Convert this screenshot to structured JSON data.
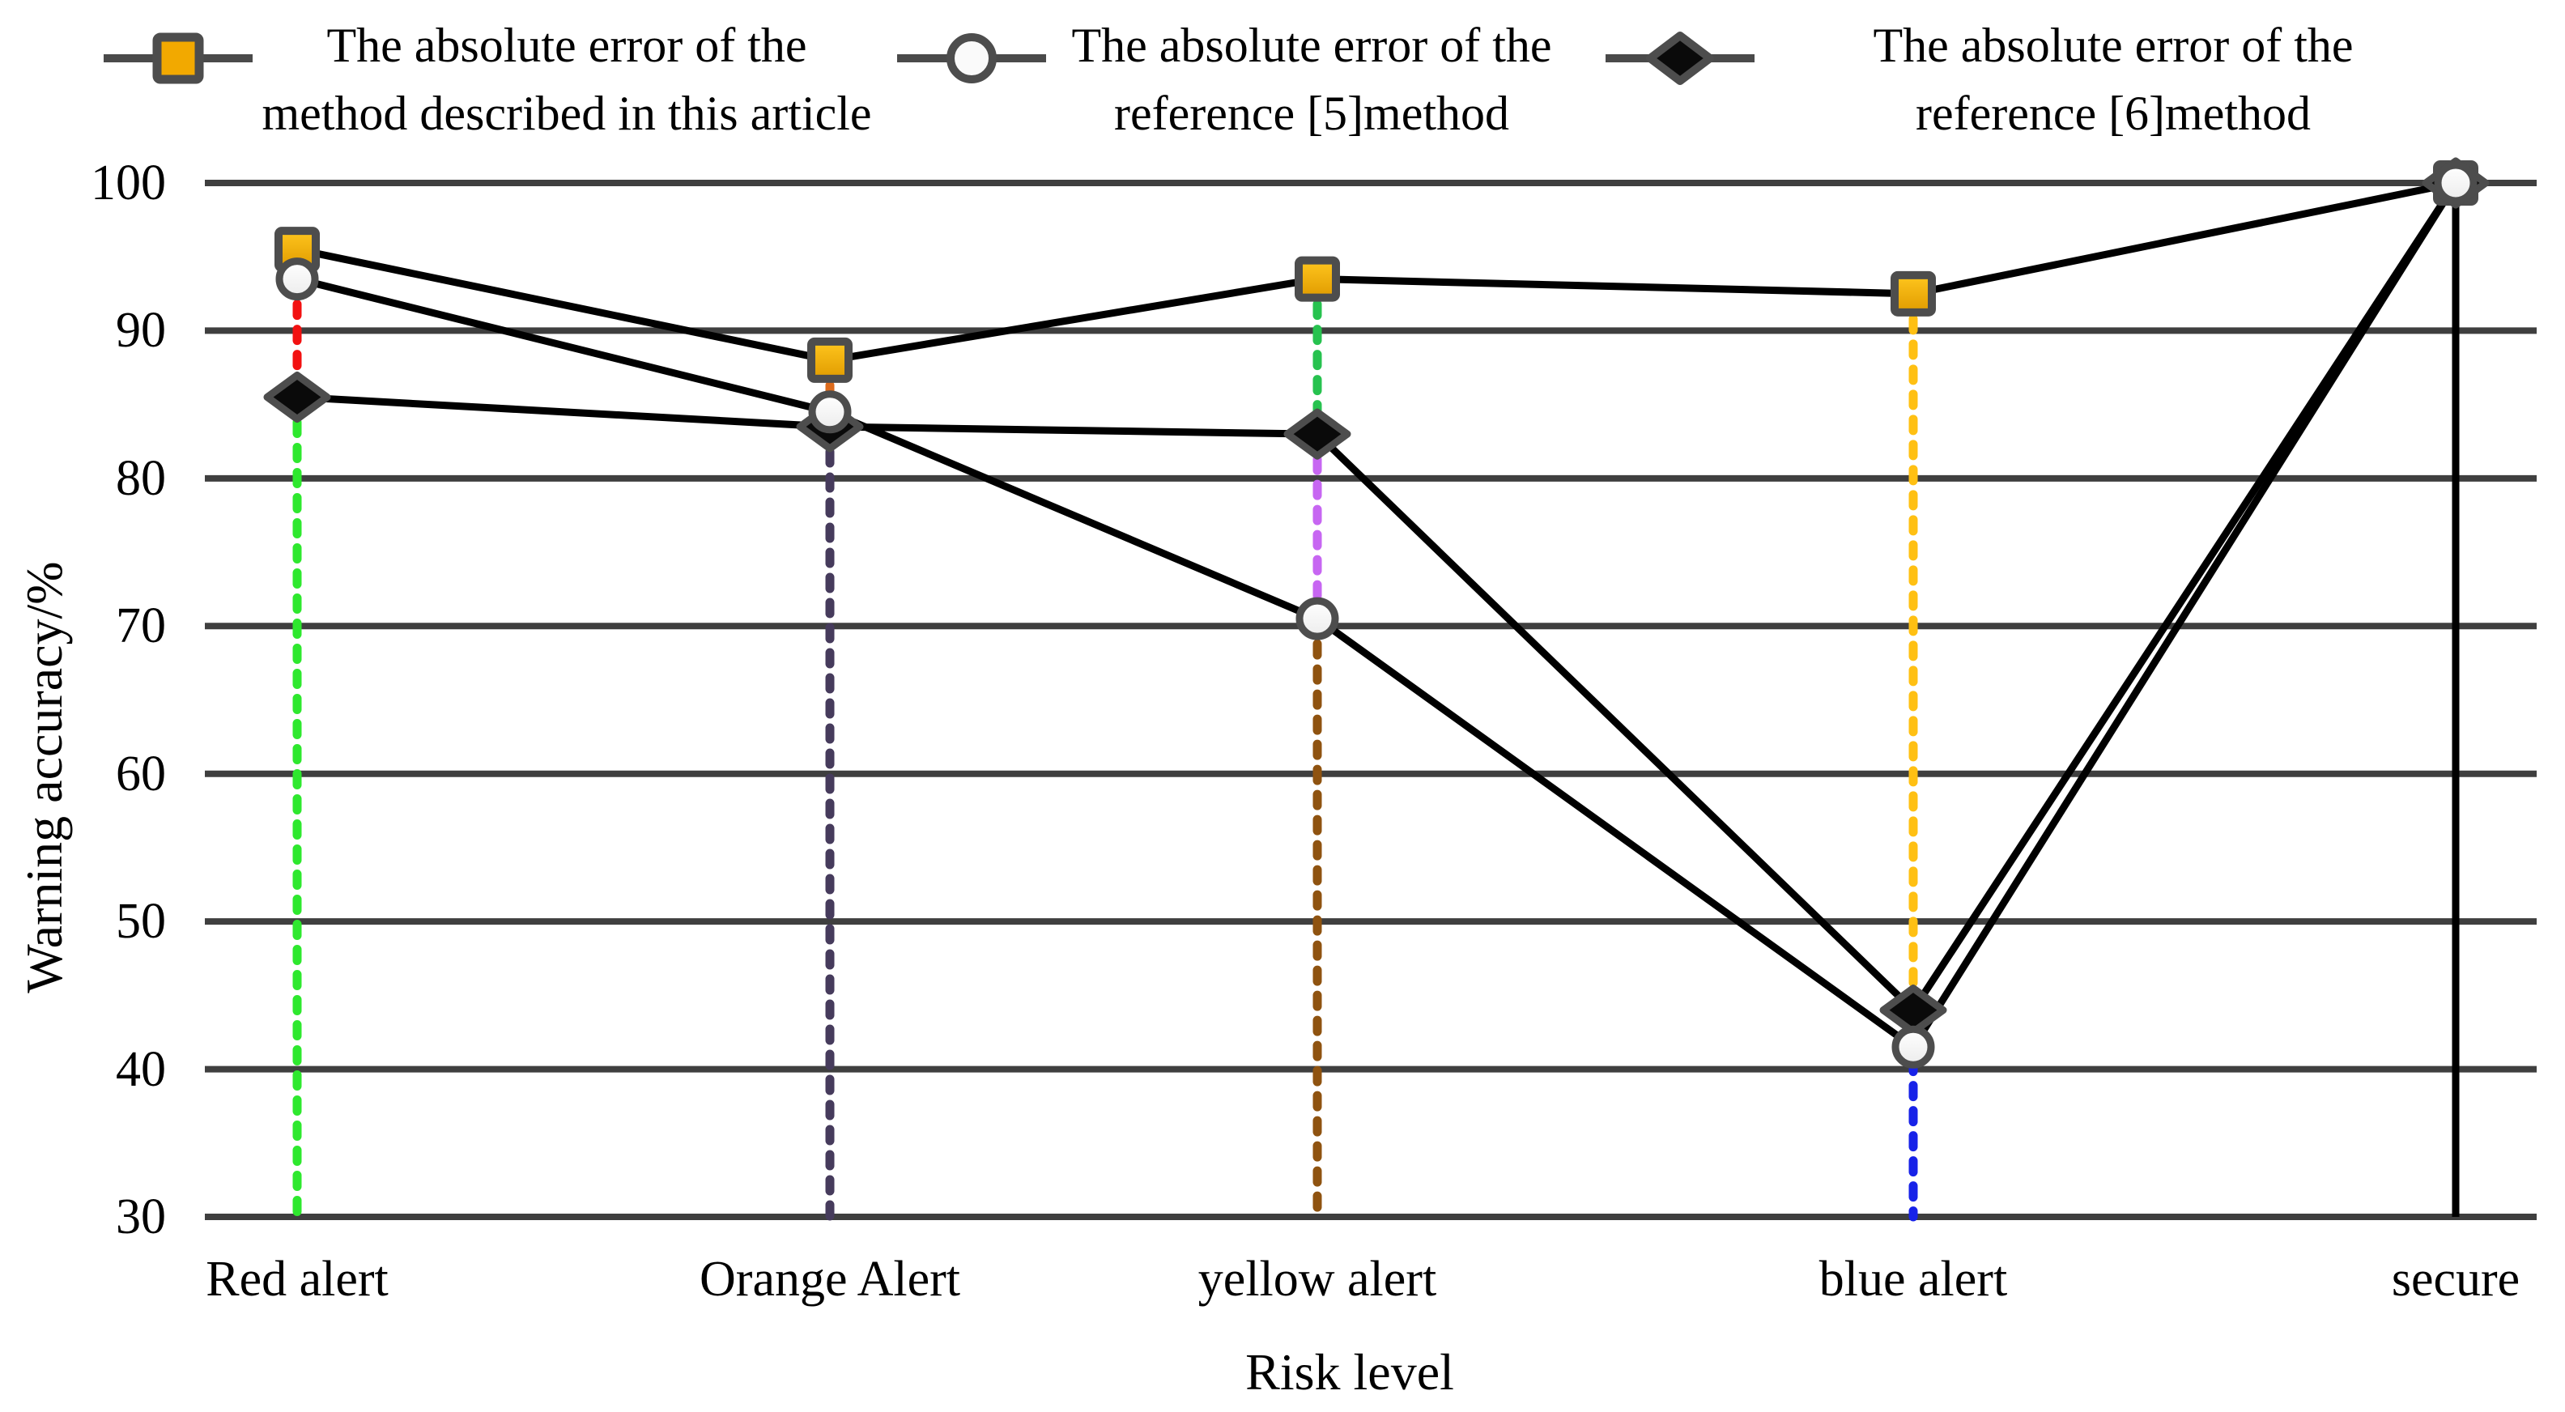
{
  "legend": {
    "items": [
      {
        "marker": "square-marker-icon",
        "line1": "The absolute error of the",
        "line2": "method described in this article"
      },
      {
        "marker": "circle-marker-icon",
        "line1": "The absolute error of the",
        "line2": "reference [5]method"
      },
      {
        "marker": "diamond-marker-icon",
        "line1": "The absolute error of the",
        "line2": "reference [6]method"
      }
    ]
  },
  "chart_data": {
    "type": "line",
    "title": "",
    "xlabel": "Risk level",
    "ylabel": "Warning accuracy/%",
    "categories": [
      "Red alert",
      "Orange Alert",
      "yellow alert",
      "blue alert",
      "secure"
    ],
    "y_ticks": [
      100,
      90,
      80,
      70,
      60,
      50,
      40,
      30
    ],
    "ylim": [
      30,
      100
    ],
    "grid": "horizontal-only",
    "legend_position": "top",
    "series": [
      {
        "name": "The absolute error of the method described in this article",
        "marker": "square",
        "marker_fill": "#F2A900",
        "values": [
          95.5,
          88,
          93.5,
          92.5,
          100
        ]
      },
      {
        "name": "The absolute error of the reference [5]method",
        "marker": "circle",
        "marker_fill": "#FAFAFA",
        "values": [
          93.5,
          84.5,
          70.5,
          41.5,
          100
        ]
      },
      {
        "name": "The absolute error of the reference [6]method",
        "marker": "diamond",
        "marker_fill": "#0A0A0A",
        "values": [
          85.5,
          83.5,
          83,
          44,
          100
        ]
      }
    ],
    "guide_lines": [
      {
        "category": "Red alert",
        "segments": [
          {
            "from": 93.5,
            "to": 85.5,
            "color": "#F21111",
            "style": "dashed"
          },
          {
            "from": 85.5,
            "to": 30,
            "color": "#2EE82E",
            "style": "dashed"
          }
        ]
      },
      {
        "category": "Orange Alert",
        "segments": [
          {
            "from": 88,
            "to": 84.5,
            "color": "#DD6B1C",
            "style": "dashed"
          },
          {
            "from": 83.5,
            "to": 30,
            "color": "#463B5C",
            "style": "dashed"
          }
        ]
      },
      {
        "category": "yellow alert",
        "segments": [
          {
            "from": 93.5,
            "to": 83,
            "color": "#27C24F",
            "style": "dashed"
          },
          {
            "from": 83,
            "to": 70.5,
            "color": "#C766F2",
            "style": "dashed"
          },
          {
            "from": 70.5,
            "to": 30,
            "color": "#8F5310",
            "style": "dashed"
          }
        ]
      },
      {
        "category": "blue alert",
        "segments": [
          {
            "from": 92.5,
            "to": 44,
            "color": "#FFC013",
            "style": "dashed"
          },
          {
            "from": 44,
            "to": 30,
            "color": "#1722E8",
            "style": "dashed"
          }
        ]
      },
      {
        "category": "secure",
        "segments": [
          {
            "from": 100,
            "to": 30,
            "color": "#000000",
            "style": "solid"
          }
        ]
      }
    ],
    "colors": {
      "series_line": "#000000",
      "marker_border": "#4D4D4D",
      "gridline": "#3F3F3F",
      "legend_line": "#4A4A4A",
      "background": "#FFFFFF",
      "text": "#000000"
    }
  }
}
